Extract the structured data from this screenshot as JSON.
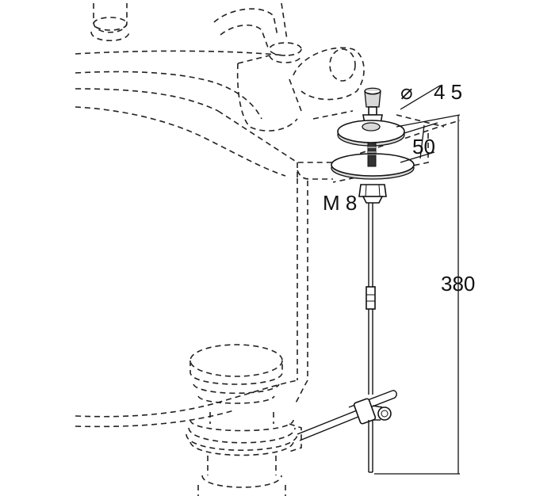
{
  "dimensions": {
    "diameter_symbol": "⌀",
    "diameter_value": "4 5",
    "height_value": "50",
    "thread_value": "M 8",
    "rod_length_value": "380"
  }
}
